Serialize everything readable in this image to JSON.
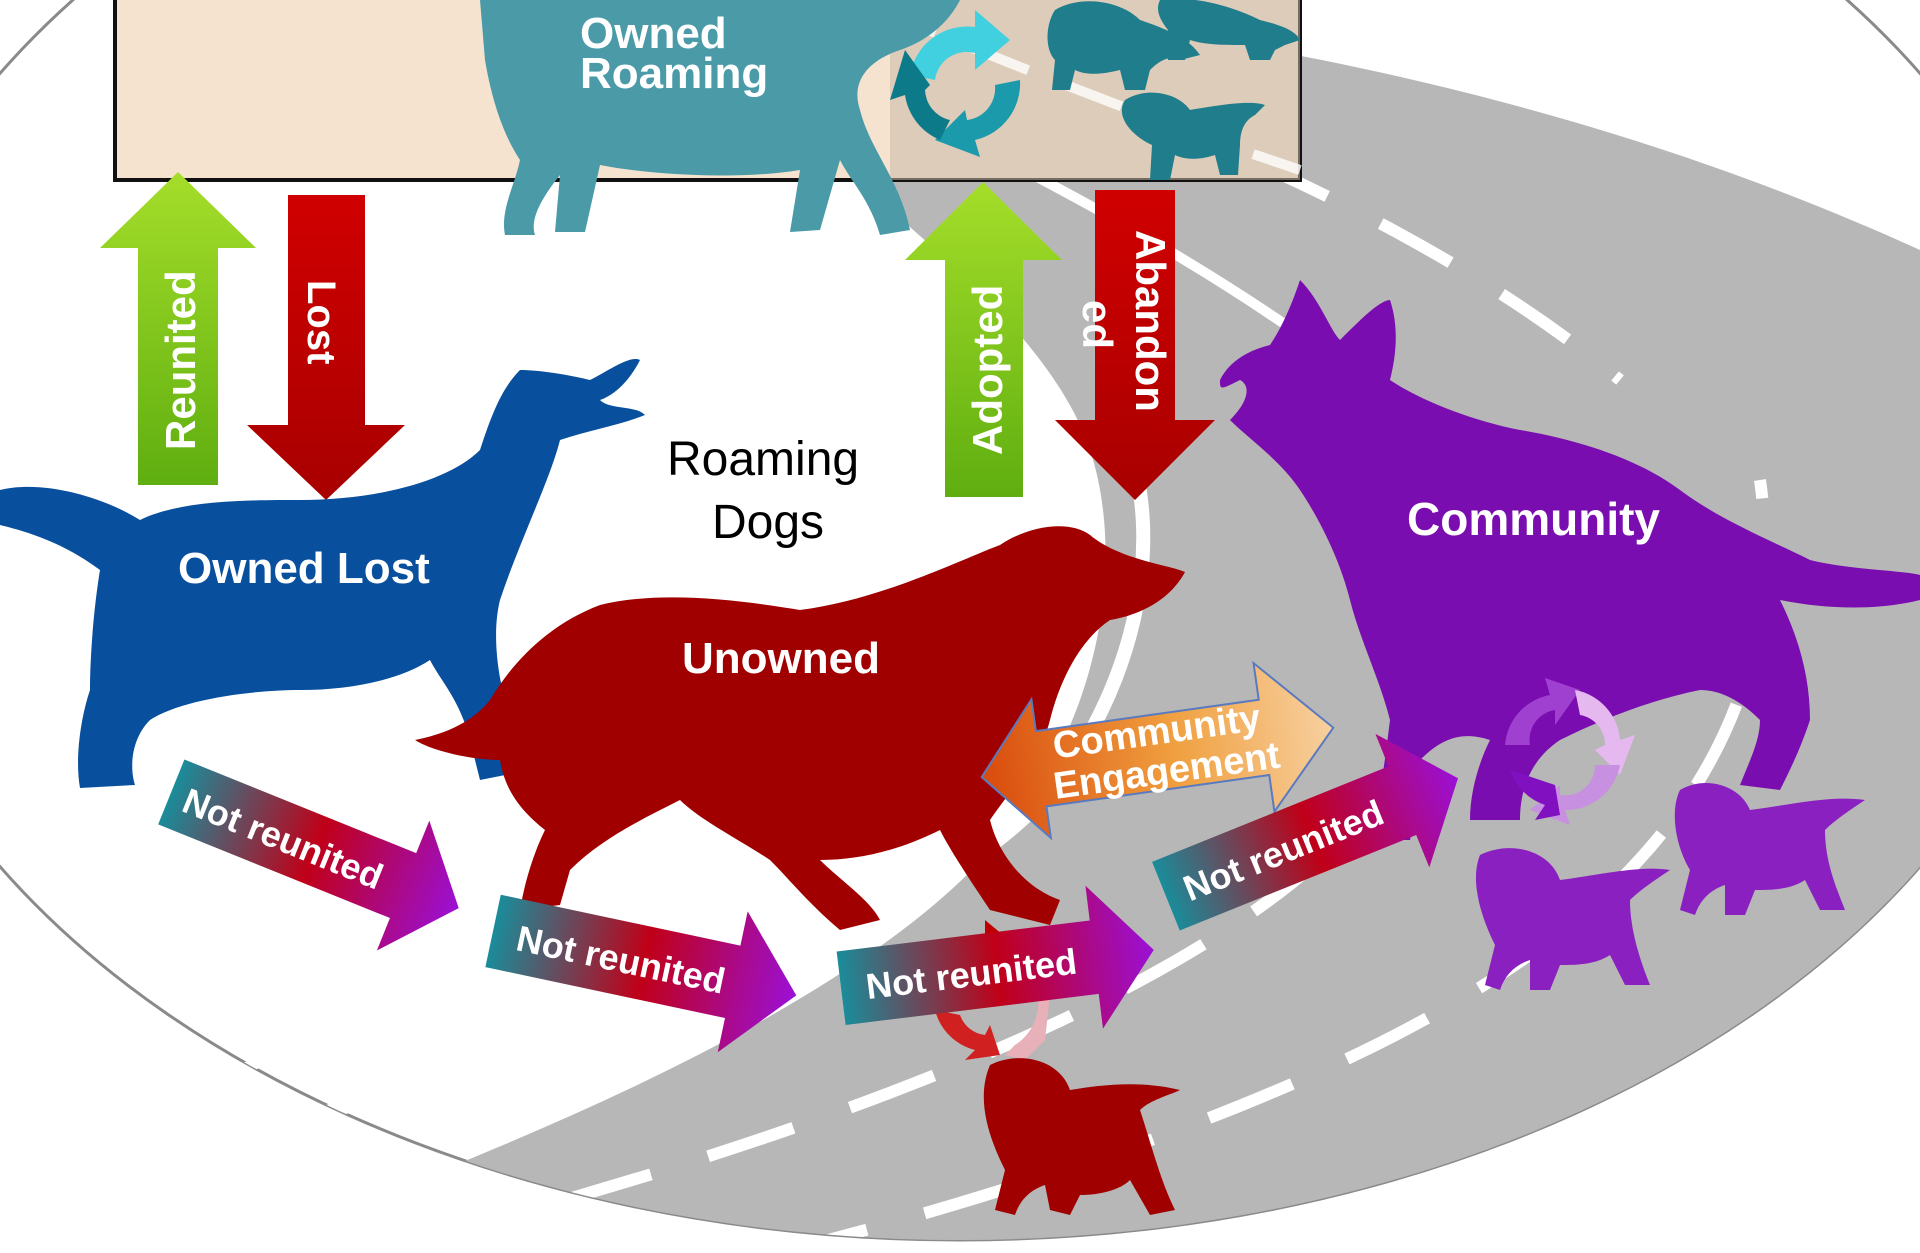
{
  "diagram": {
    "categories": {
      "owned_roaming": {
        "line1": "Owned",
        "line2": "Roaming",
        "color": "#4a9aa8"
      },
      "owned_lost": {
        "label": "Owned Lost",
        "color": "#084f9e"
      },
      "unowned": {
        "label": "Unowned",
        "color": "#a00000"
      },
      "community": {
        "label": "Community",
        "color": "#7a0db0"
      }
    },
    "center_label": {
      "line1": "Roaming",
      "line2": "Dogs"
    },
    "transitions": {
      "reunited": "Reunited",
      "lost": "Lost",
      "adopted": "Adopted",
      "abandoned_line1": "Abandon",
      "abandoned_line2": "ed",
      "community_engagement_line1": "Community",
      "community_engagement_line2": "Engagement",
      "not_reunited": "Not reunited"
    },
    "colors": {
      "green_arrow": "#7cc516",
      "red_arrow": "#c00000",
      "road": "#b7b7b7",
      "box_fill": "#f5e3cf",
      "cycle_teal": "#2ab0c0",
      "cycle_purple": "#a040d0"
    },
    "icons": [
      "dog-silhouette-icon",
      "puppy-silhouette-icon",
      "recycle-cycle-icon"
    ]
  }
}
